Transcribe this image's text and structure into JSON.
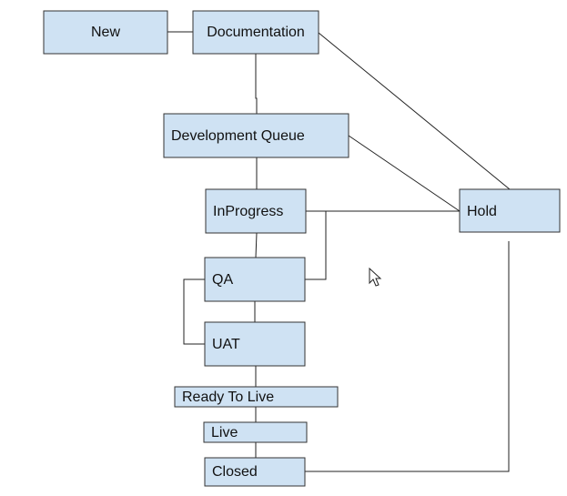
{
  "colors": {
    "node_fill": "#cfe2f3",
    "node_border": "#333333",
    "edge": "#222222"
  },
  "nodes": {
    "new": {
      "label": "New"
    },
    "documentation": {
      "label": "Documentation"
    },
    "development_queue": {
      "label": "Development Queue"
    },
    "in_progress": {
      "label": "InProgress"
    },
    "hold": {
      "label": "Hold"
    },
    "qa": {
      "label": "QA"
    },
    "uat": {
      "label": "UAT"
    },
    "ready_to_live": {
      "label": "Ready To Live"
    },
    "live": {
      "label": "Live"
    },
    "closed": {
      "label": "Closed"
    }
  },
  "edges": [
    {
      "from": "New",
      "to": "Documentation"
    },
    {
      "from": "Documentation",
      "to": "Development Queue"
    },
    {
      "from": "Documentation",
      "to": "Hold"
    },
    {
      "from": "Development Queue",
      "to": "InProgress"
    },
    {
      "from": "Development Queue",
      "to": "Hold"
    },
    {
      "from": "InProgress",
      "to": "Hold"
    },
    {
      "from": "InProgress",
      "to": "QA"
    },
    {
      "from": "QA",
      "to": "Hold"
    },
    {
      "from": "QA",
      "to": "UAT"
    },
    {
      "from": "UAT",
      "to": "Ready To Live"
    },
    {
      "from": "Ready To Live",
      "to": "Live"
    },
    {
      "from": "Live",
      "to": "Closed"
    },
    {
      "from": "Hold",
      "to": "Closed"
    }
  ],
  "cursor": {
    "icon": "mouse-pointer-icon"
  }
}
